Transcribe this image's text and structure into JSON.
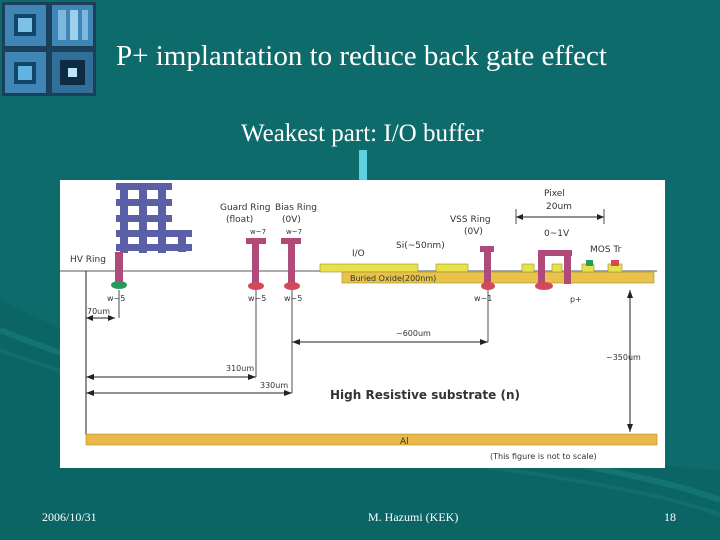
{
  "slide": {
    "title": "P+ implantation to reduce back gate effect",
    "subtitle": "Weakest part: I/O buffer"
  },
  "footer": {
    "date": "2006/10/31",
    "author": "M. Hazumi (KEK)",
    "page": "18"
  },
  "diagram": {
    "hv_ring": "HV Ring",
    "guard_ring": "Guard Ring",
    "guard_ring_sub": "(float)",
    "bias_ring": "Bias Ring",
    "bias_ring_sub": "(0V)",
    "vss_ring": "VSS Ring",
    "vss_ring_sub": "(0V)",
    "pixel": "Pixel",
    "pixel_size": "20um",
    "pixel_voltage": "0~1V",
    "mos_tr": "MOS Tr",
    "io": "I/O",
    "si": "Si(~50nm)",
    "buried_oxide": "Buried Oxide(200nm)",
    "w7_a": "w~7",
    "w7_b": "w~7",
    "w5_a": "w~5",
    "w5_b": "w~5",
    "w5_c": "w~5",
    "w1": "w~1",
    "pplus": "p+",
    "d70": "70um",
    "d600": "~600um",
    "d310": "310um",
    "d330": "330um",
    "d350": "~350um",
    "substrate": "High Resistive substrate (n)",
    "al": "Al",
    "note": "(This figure is not to scale)"
  },
  "colors": {
    "background": "#0d6b6b",
    "via": "#5a5fa8",
    "ring": "#b04a7a",
    "oxide": "#e8c24a",
    "al": "#e8b84a",
    "arrow": "#5fd0e0",
    "implant": "#d24a5a"
  }
}
